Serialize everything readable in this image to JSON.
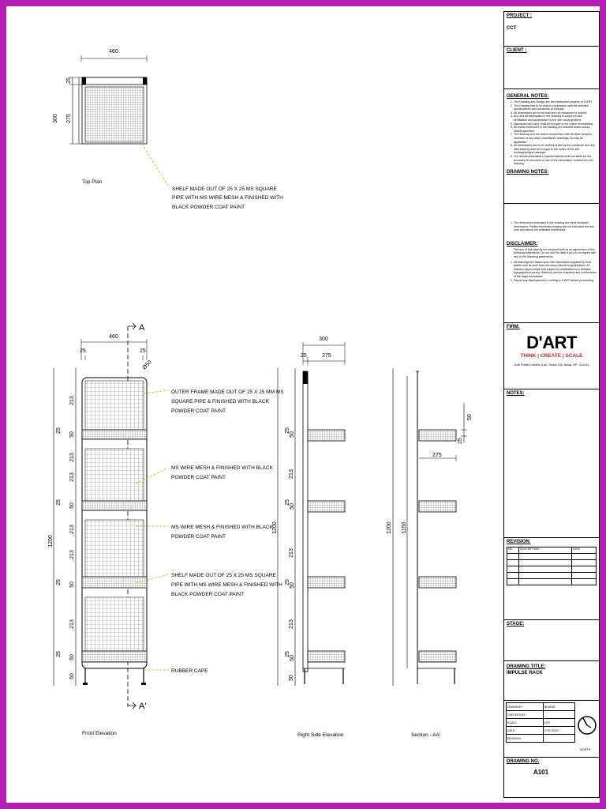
{
  "title_block": {
    "project_label": "PROJECT :",
    "project_value": "CCT",
    "client_label": "CLIENT :",
    "general_notes_label": "GENERAL NOTES:",
    "general_notes": [
      "The Drawing and Design are the intellectual property of D'ART.",
      "The Drawing has to be read in conjunction with the relevant specifications and conditions of contract.",
      "All dimensions are to be read and not measured or scaled.",
      "Any and all information in the drawing is subject to due verification and acceptance by the site incharge/client.",
      "Discrepancies if any, shall be brought to the notice immediately.",
      "All levels mentioned in the drawing are finished levels unless clearly specified.",
      "The drawing is to be read in conjunction with all other services, structure or any other consultant's drawings, as may be applicable.",
      "All dimensions are to be verified at site by the contractor and any discrepancy shall be brought to the notice of the site incharge/project manager.",
      "The architect/architect's representatives shall not liable for the accuracy of execution or risk of the information contained in the drawing."
    ],
    "drawing_notes_label": "DRAWING NOTES:",
    "drawing_notes": [
      "The dimensions indicated in the drawing are clear brickwork dimensions. Plaster thickness margins are not indicated and are over and above the indicated dimensions."
    ],
    "disclaimer_label": "DISCLAIMER:",
    "disclaimer_intro": "The use of this data by the recipient acts as an agreement of the following statements. Do not use the data if you do not agree with any of the following statements:",
    "disclaimer_items": [
      "All drawings are based upon site information supplied by third parties and as such their accuracy cannot be guaranteed. All features approximate and subject to clarification by a detailed topographical survey. Statutory service enquiries and confirmation of the legal boundaries.",
      "Report any discrepancies in writing to D'ART before proceeding."
    ],
    "firm_label": "FIRM:",
    "firm_logo": "D'ART",
    "firm_tagline": "THINK | CREATE | SCALE",
    "firm_address": "D'art Private Limited, A-80, Sector 136, Noida, UP - 201304",
    "notes_label": "NOTES:",
    "revision_label": "REVISION:",
    "revision_headers": [
      "NO.",
      "DESCRIPTION:",
      "DATE"
    ],
    "stage_label": "STAGE:",
    "drawing_title_label": "DRAWING TITLE:",
    "drawing_title_value": "IMPULSE RACK",
    "info_rows": [
      {
        "label": "DRAWN BY:",
        "value": "BHARAT"
      },
      {
        "label": "CHECKED BY:",
        "value": ""
      },
      {
        "label": "SCALE:",
        "value": "NTS"
      },
      {
        "label": "DATE:",
        "value": "07/07/2020"
      },
      {
        "label": "REVISION:",
        "value": ""
      }
    ],
    "north_label": "NORTH",
    "drawing_no_label": "DRAWING NO.",
    "drawing_no_value": "A101"
  },
  "views": {
    "top_plan": {
      "title": "Top Plan",
      "dims": {
        "width": "460",
        "depth_total": "300",
        "depth_a": "25",
        "depth_b": "275"
      },
      "callout": [
        "SHELF MADE OUT OF 25 X 25 MS SQUARE",
        "PIPE WITH MS WIRE  MESH & FINISHED WITH",
        "BLACK POWDER COAT PAINT"
      ]
    },
    "front_elevation": {
      "title": "Front Elevation",
      "dims": {
        "width": "460",
        "left_a": "25",
        "right_a": "25",
        "post_dia": "Ø50",
        "height_total": "1200",
        "segments": [
          "213",
          "25",
          "50",
          "213",
          "213",
          "25",
          "50",
          "213",
          "213",
          "25",
          "50",
          "213",
          "25",
          "50",
          "50"
        ]
      },
      "section_top": "A",
      "section_bottom": "A'",
      "callouts": [
        [
          "OUTER FRAME MADE OUT OF 25 X 25 MM MS",
          "SQUARE PIPE &  FINISHED WITH BLACK",
          "POWDER COAT PAINT"
        ],
        [
          "MS WIRE MESH & FINISHED WITH BLACK",
          "POWDER COAT PAINT"
        ],
        [
          "MS WIRE MESH & FINISHED WITH BLACK",
          "POWDER COAT PAINT"
        ],
        [
          "SHELF MADE OUT OF 25 X 25 MS SQUARE",
          "PIPE WITH MS WIRE  MESH & FINISHED WITH",
          "BLACK POWDER COAT PAINT"
        ],
        [
          "RUBBER CAPE"
        ]
      ]
    },
    "right_side": {
      "title": "Right Side Elevation",
      "dims": {
        "total": "300",
        "a": "25",
        "b": "275",
        "height_total": "1200",
        "segments": [
          "25",
          "50",
          "213",
          "25",
          "50",
          "213",
          "25",
          "50",
          "213",
          "25",
          "50",
          "50"
        ]
      }
    },
    "section": {
      "title": "Section - AA'",
      "dims": {
        "height_total": "1200",
        "height_inner": "1150",
        "shelf": "275",
        "a": "25",
        "b": "50"
      }
    }
  },
  "colors": {
    "frame": "#b41fb4",
    "callout_leader": "#b5c400",
    "brand_red": "#d81e2c"
  }
}
